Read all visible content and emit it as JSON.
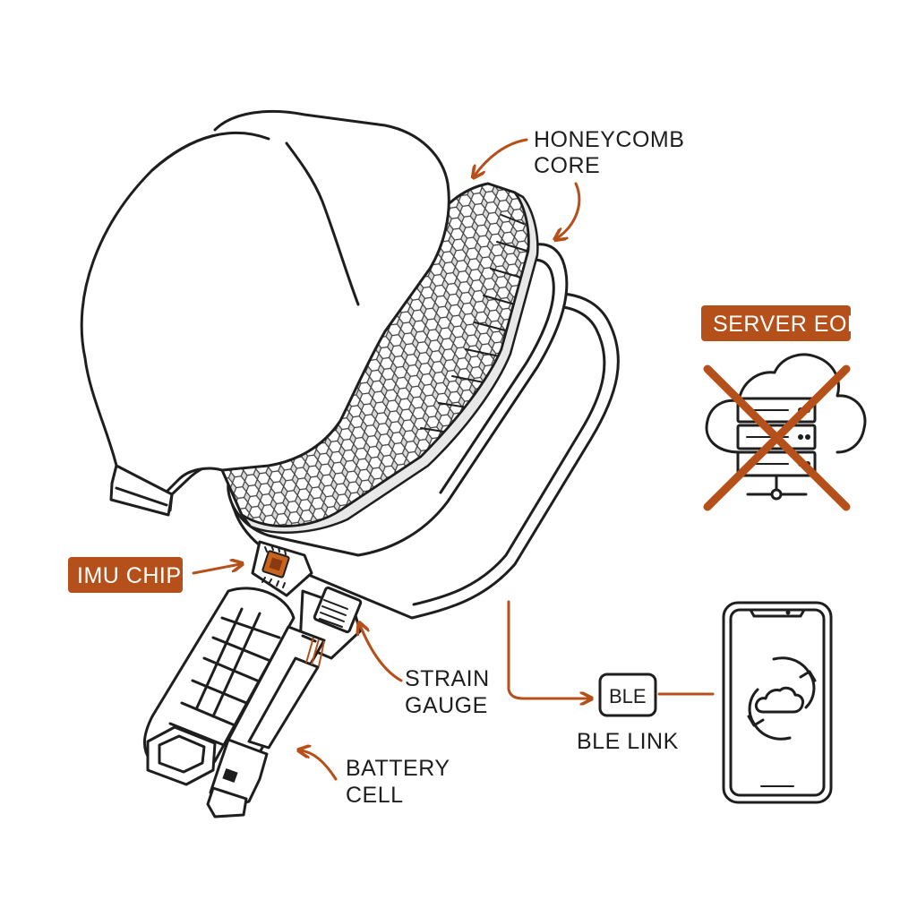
{
  "labels": {
    "honeycomb_line1": "HONEYCOMB",
    "honeycomb_line2": "CORE",
    "server_eol": "SERVER EOL",
    "imu_chip": "IMU CHIP",
    "strain_line1": "STRAIN",
    "strain_line2": "GAUGE",
    "battery_line1": "BATTERY",
    "battery_line2": "CELL",
    "ble_box": "BLE",
    "ble_link": "BLE LINK"
  },
  "colors": {
    "accent": "#b5501a",
    "ink": "#1e1e1e",
    "background": "#ffffff"
  },
  "icons": {
    "server": "server-rack-icon",
    "cloud": "cloud-icon",
    "phone": "smartphone-icon",
    "sync": "cloud-sync-icon",
    "chip": "imu-chip-icon"
  }
}
